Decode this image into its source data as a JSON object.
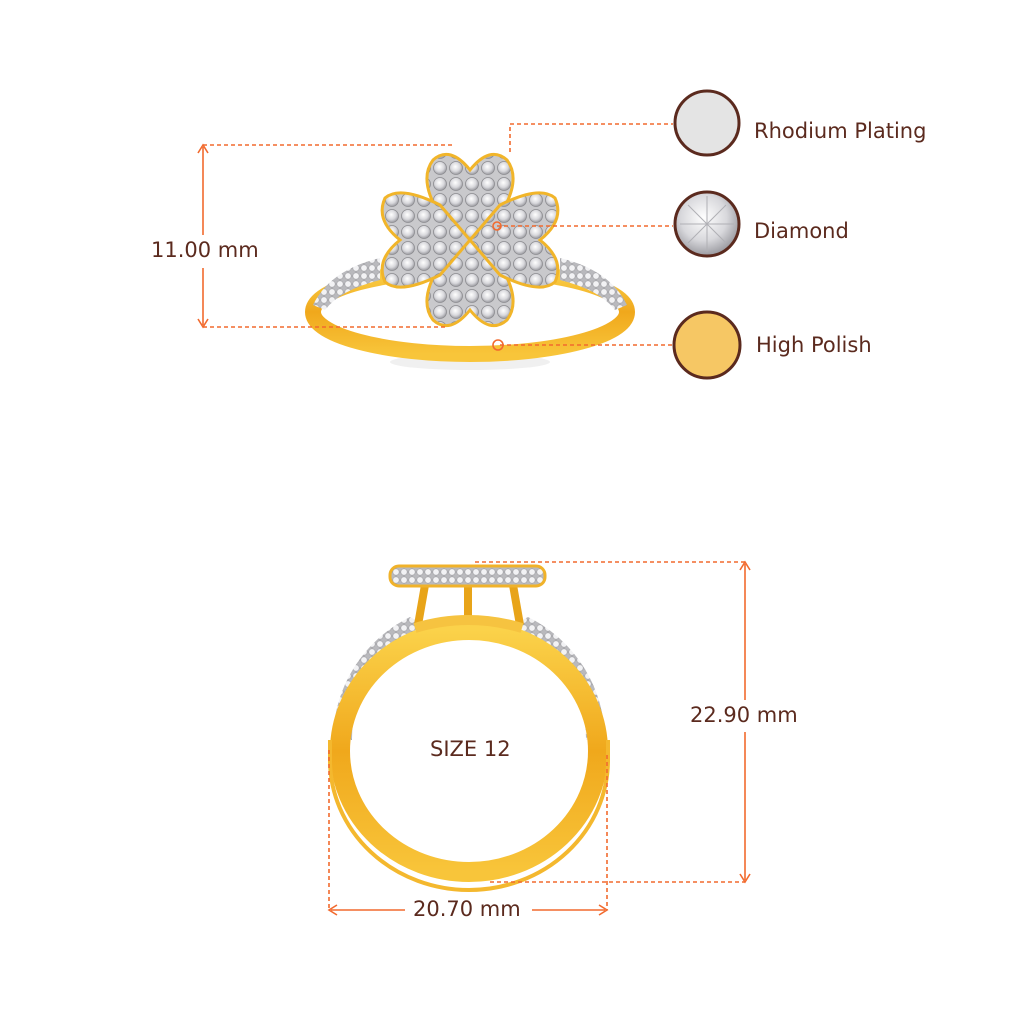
{
  "colors": {
    "text": "#5b2a1e",
    "guide": "#f26a2e",
    "gold": "#f5b92a",
    "rhodium": "#e4e4e4",
    "polish": "#f6c764",
    "swatch_border": "#5b2a1e"
  },
  "top_view": {
    "height_label": "11.00 mm"
  },
  "materials": [
    {
      "label": "Rhodium Plating",
      "icon": "rhodium-swatch-icon"
    },
    {
      "label": "Diamond",
      "icon": "diamond-swatch-icon"
    },
    {
      "label": "High Polish",
      "icon": "polish-swatch-icon"
    }
  ],
  "front_view": {
    "size_label": "SIZE 12",
    "height_label": "22.90 mm",
    "width_label": "20.70 mm"
  }
}
